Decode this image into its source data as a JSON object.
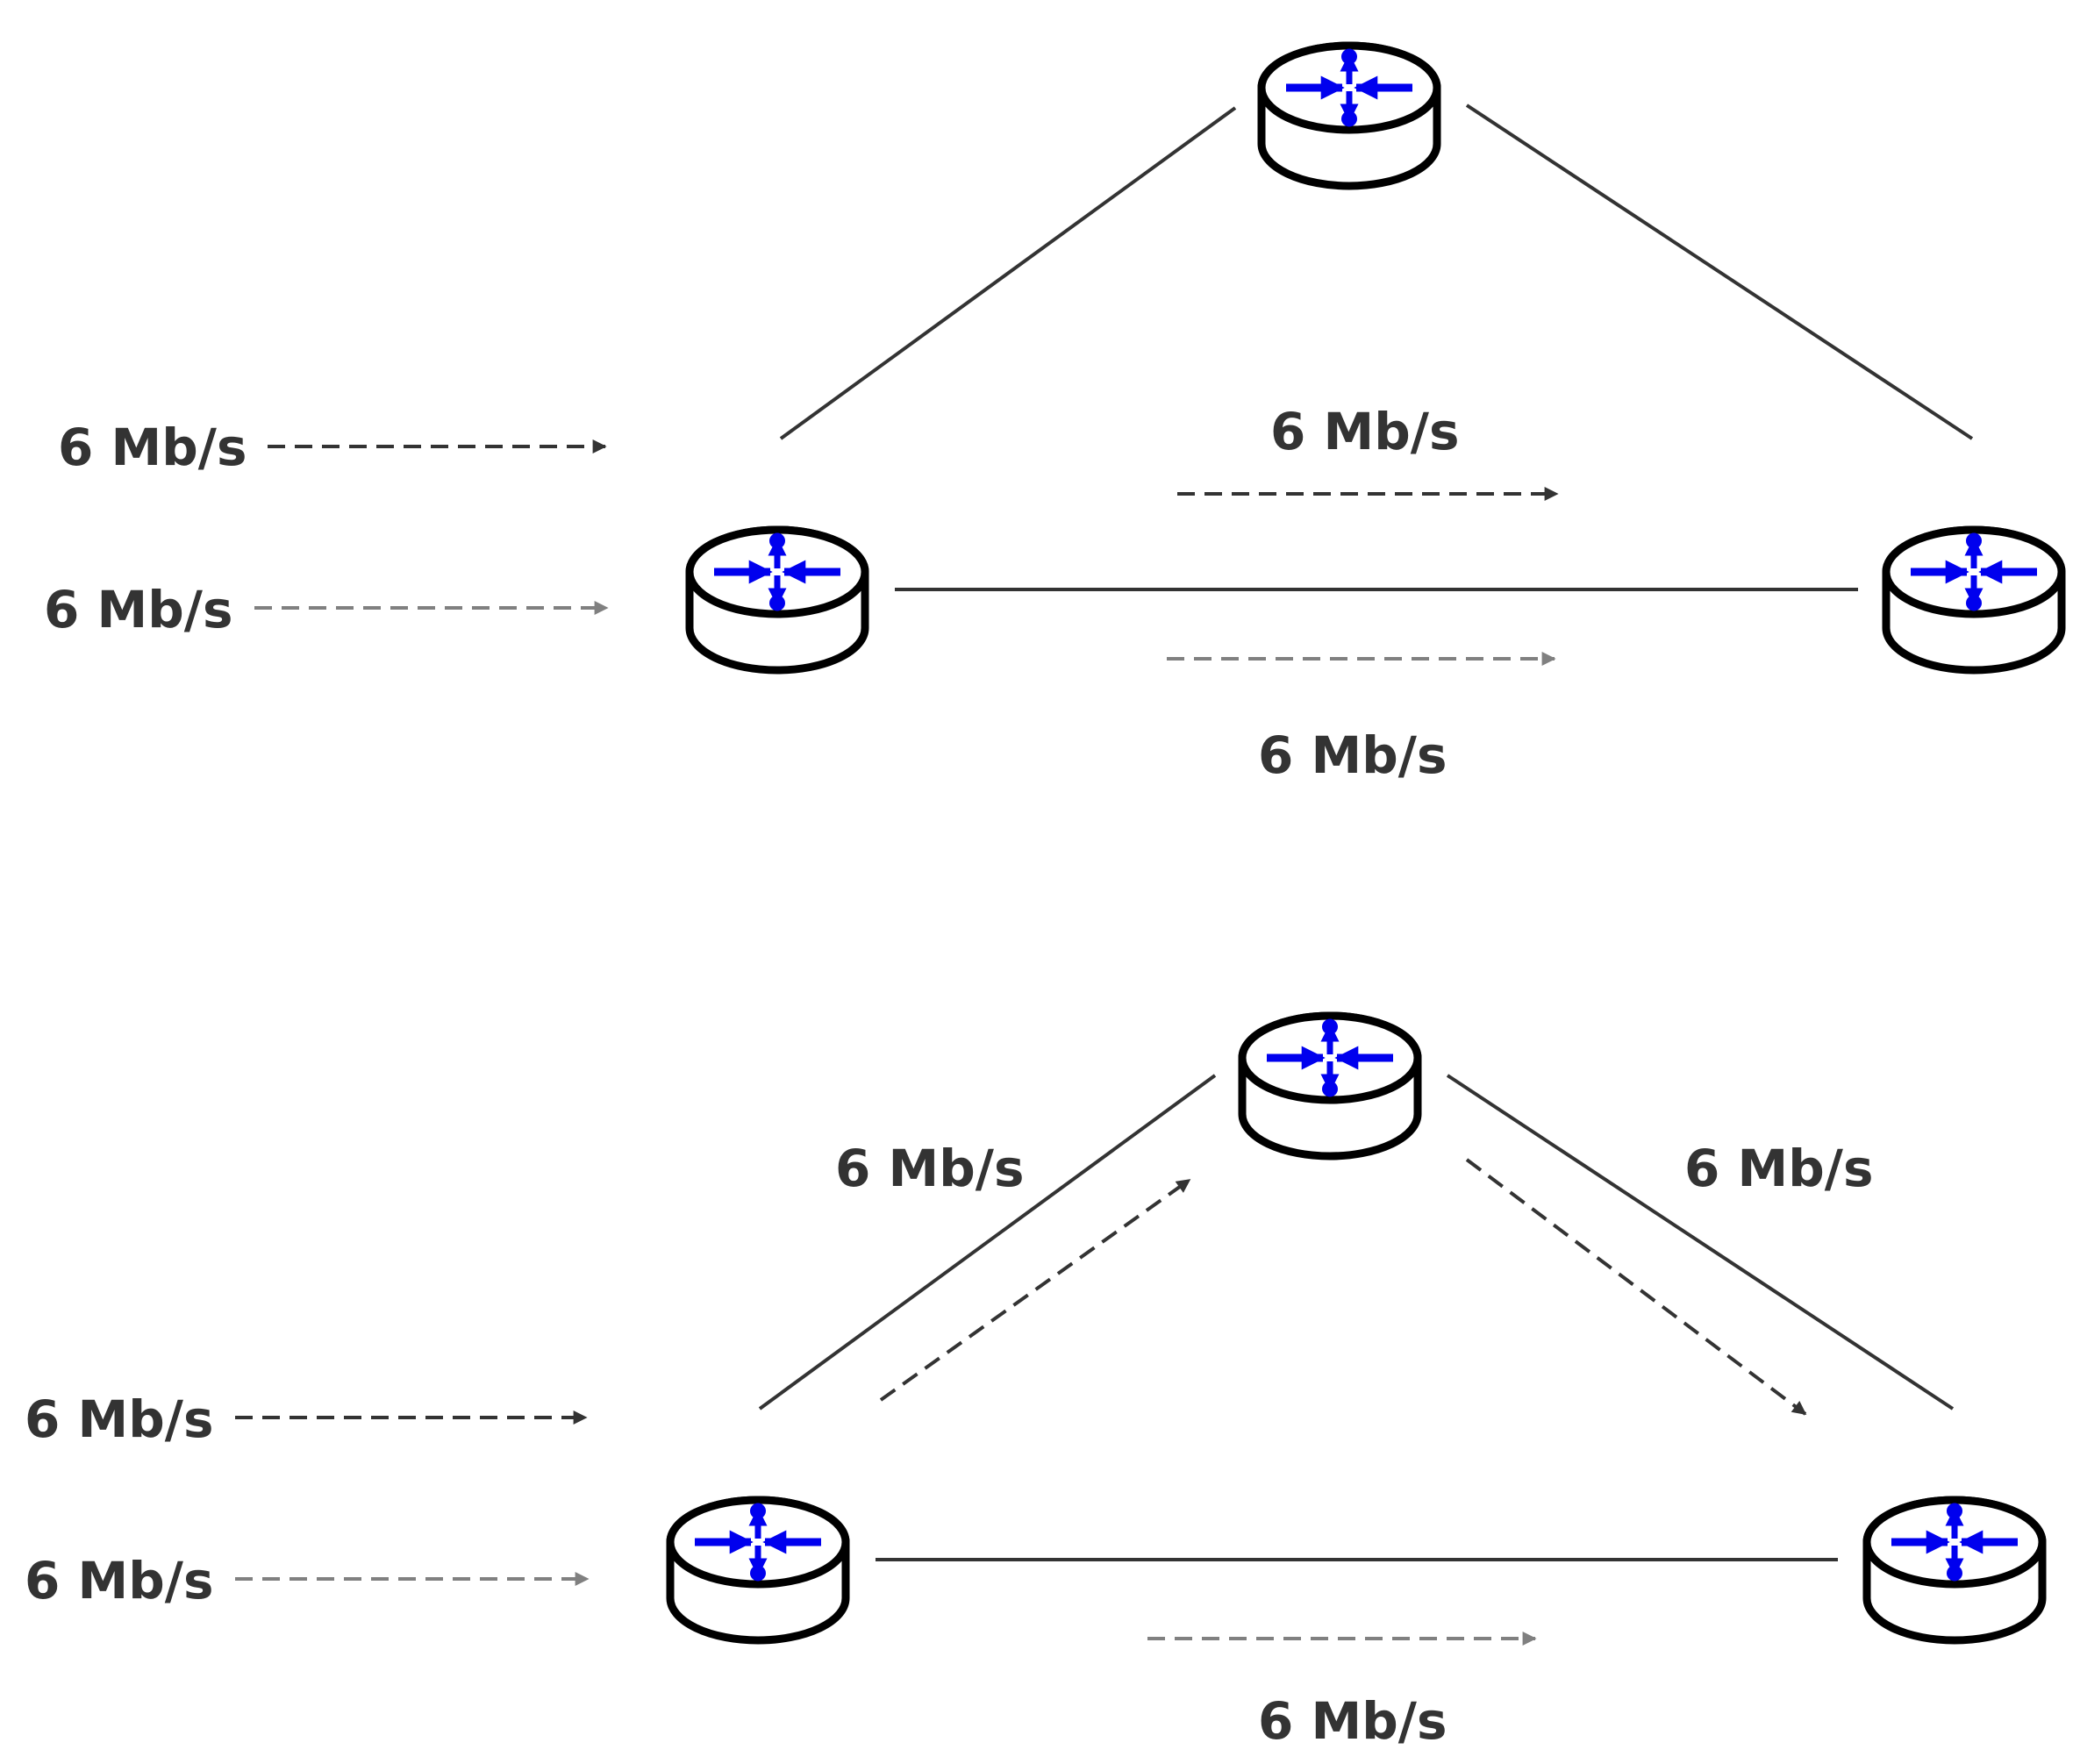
{
  "colors": {
    "link": "#333333",
    "router_outline": "#000000",
    "router_fill": "#ffffff",
    "router_icon": "#0000ee",
    "flow_dark": "#333333",
    "flow_light": "#808080",
    "text": "#333333"
  },
  "diagrams": [
    {
      "id": "top",
      "routers": [
        {
          "id": "A",
          "icon": "router-icon"
        },
        {
          "id": "B",
          "icon": "router-icon"
        },
        {
          "id": "C",
          "icon": "router-icon"
        }
      ],
      "links": [
        {
          "from": "A",
          "to": "B"
        },
        {
          "from": "B",
          "to": "C"
        },
        {
          "from": "A",
          "to": "C"
        }
      ],
      "flows": [
        {
          "id": "in-dark",
          "style": "dark",
          "label": "6 Mb/s"
        },
        {
          "id": "in-light",
          "style": "light",
          "label": "6 Mb/s"
        },
        {
          "id": "ac-dark",
          "style": "dark",
          "label": "6 Mb/s"
        },
        {
          "id": "ac-light",
          "style": "light",
          "label": "6 Mb/s"
        }
      ]
    },
    {
      "id": "bottom",
      "routers": [
        {
          "id": "A",
          "icon": "router-icon"
        },
        {
          "id": "B",
          "icon": "router-icon"
        },
        {
          "id": "C",
          "icon": "router-icon"
        }
      ],
      "links": [
        {
          "from": "A",
          "to": "B"
        },
        {
          "from": "B",
          "to": "C"
        },
        {
          "from": "A",
          "to": "C"
        }
      ],
      "flows": [
        {
          "id": "in-dark",
          "style": "dark",
          "label": "6 Mb/s"
        },
        {
          "id": "in-light",
          "style": "light",
          "label": "6 Mb/s"
        },
        {
          "id": "ab-dark",
          "style": "dark",
          "label": "6 Mb/s"
        },
        {
          "id": "bc-dark",
          "style": "dark",
          "label": "6 Mb/s"
        },
        {
          "id": "ac-light",
          "style": "light",
          "label": "6 Mb/s"
        }
      ]
    }
  ]
}
